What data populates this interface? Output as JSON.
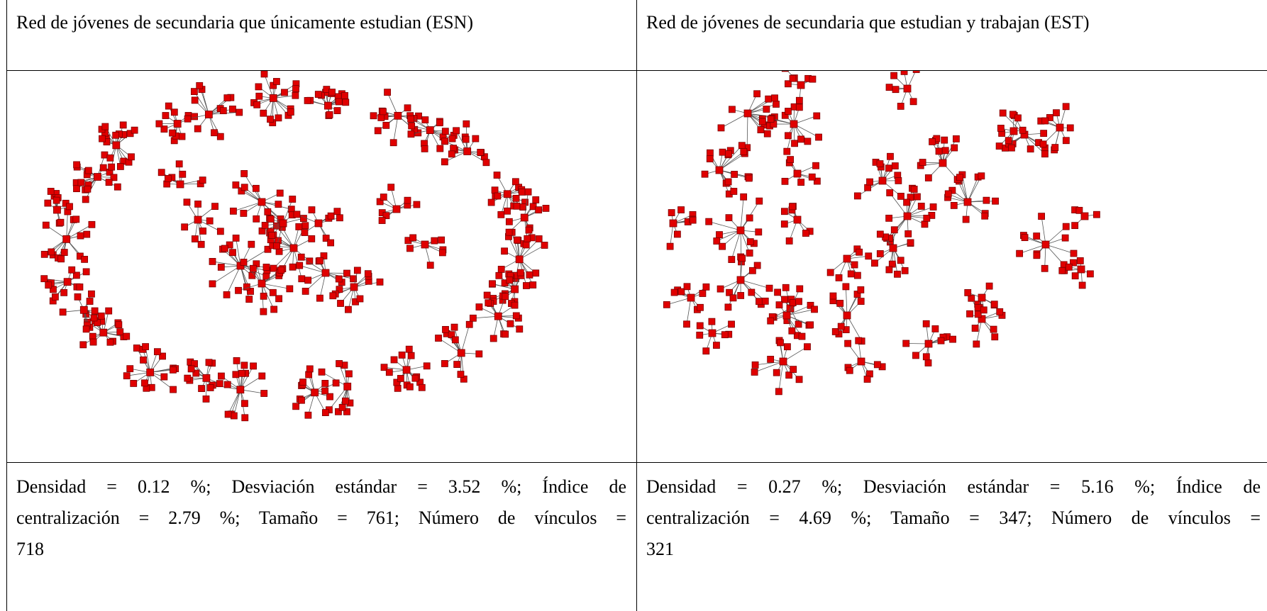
{
  "left": {
    "title": "Red de jóvenes de secundaria que únicamente estudian (ESN)",
    "stats_line1": "Densidad = 0.12 %; Desviación estándar = 3.52 %; Índice de",
    "stats_line2": "centralización = 2.79 %; Tamaño = 761; Número de vínculos =",
    "stats_line3": "718"
  },
  "right": {
    "title": "Red de jóvenes de secundaria que estudian y trabajan (EST)",
    "stats_line1": "Densidad = 0.27 %; Desviación estándar = 5.16 %; Índice de",
    "stats_line2": "centralización = 4.69 %; Tamaño = 347; Número de vínculos =",
    "stats_line3": "321"
  },
  "colors": {
    "node": "#e00000",
    "node_border": "#7a0000",
    "edge": "#555555"
  }
}
